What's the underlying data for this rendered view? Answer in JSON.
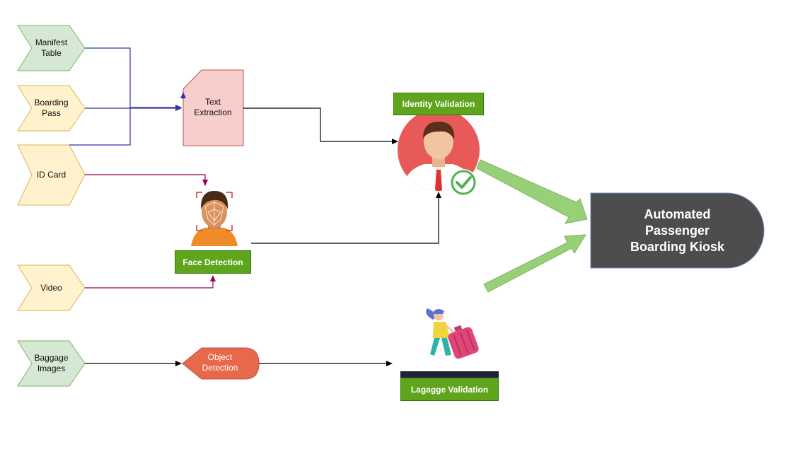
{
  "inputs": {
    "manifest": "Manifest\nTable",
    "boarding": "Boarding\nPass",
    "id_card": "ID Card",
    "video": "Video",
    "baggage": "Baggage\nImages"
  },
  "processes": {
    "text_extraction": "Text\nExtraction",
    "object_detection": "Object\nDetection"
  },
  "labels": {
    "identity_validation": "Identity Validation",
    "face_detection": "Face Detection",
    "luggage_validation": "Lagagge Validation"
  },
  "output": {
    "kiosk": "Automated\nPassenger\nBoarding Kiosk"
  },
  "colors": {
    "green_input": "#d5e8d4",
    "yellow_input": "#fff2cc",
    "pink_process": "#f8cecc",
    "orange_process": "#e8694a",
    "label_green": "#5fa51b",
    "kiosk": "#4d4d4d",
    "arrow_blue": "#3333aa",
    "arrow_purple": "#990055",
    "arrow_green": "#97d077"
  },
  "icons": [
    "person-check-icon",
    "face-scan-icon",
    "traveler-luggage-icon",
    "check-icon"
  ]
}
